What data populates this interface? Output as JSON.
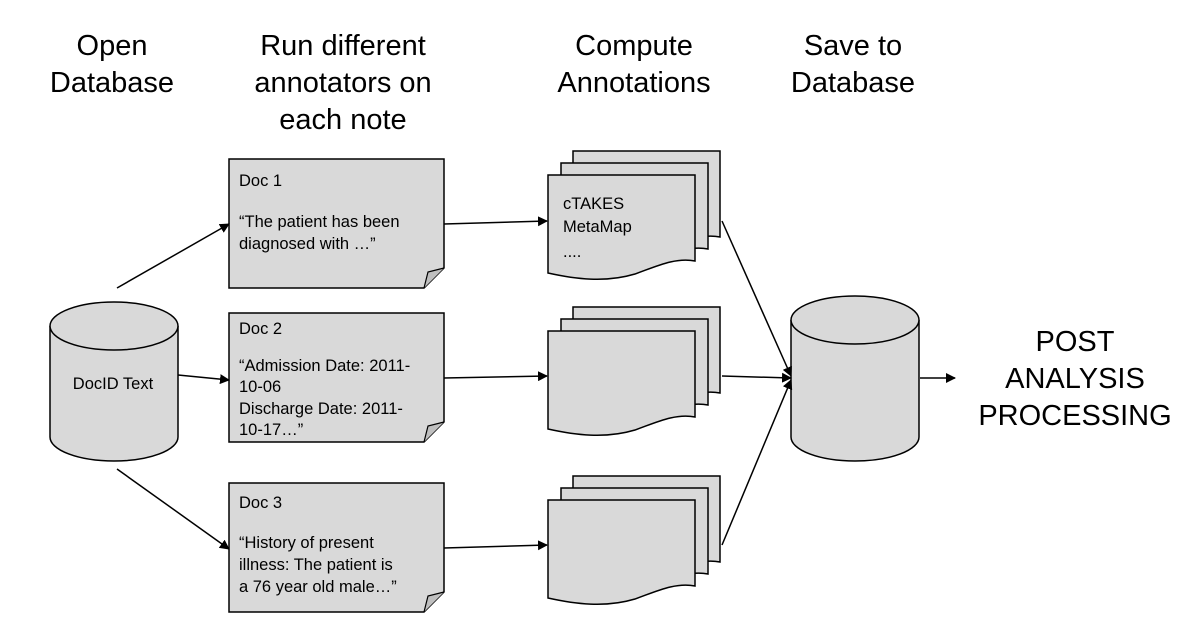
{
  "headings": {
    "col1": [
      "Open",
      "Database"
    ],
    "col2": [
      "Run different",
      "annotators on",
      "each note"
    ],
    "col3": [
      "Compute",
      "Annotations"
    ],
    "col4": [
      "Save to",
      "Database"
    ]
  },
  "source_db": {
    "label": "DocID Text"
  },
  "documents": [
    {
      "title": "Doc 1",
      "lines": [
        "“The patient has been",
        "diagnosed with …”"
      ]
    },
    {
      "title": "Doc 2",
      "lines": [
        "“Admission Date:  2011-",
        "10-06",
        "Discharge Date:  2011-",
        "10-17…”"
      ]
    },
    {
      "title": "Doc 3",
      "lines": [
        "“History of present",
        "illness: The patient is",
        "a 76 year old male…”"
      ]
    }
  ],
  "annotation_stacks": [
    {
      "lines": [
        "cTAKES",
        "MetaMap",
        "...."
      ]
    },
    {
      "lines": []
    },
    {
      "lines": []
    }
  ],
  "output": {
    "lines": [
      "POST",
      "ANALYSIS",
      "PROCESSING"
    ]
  },
  "colors": {
    "fill": "#d9d9d9",
    "stroke": "#000000",
    "background": "#ffffff"
  }
}
